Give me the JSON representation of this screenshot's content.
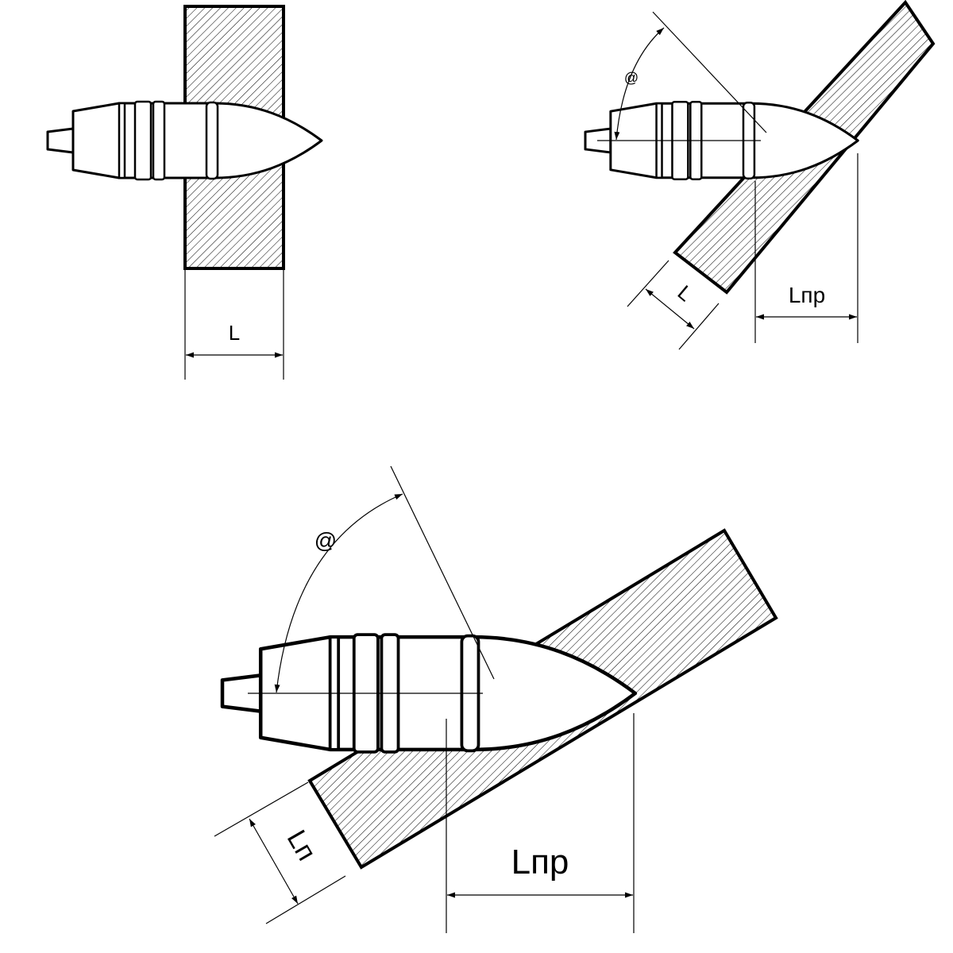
{
  "figures": [
    {
      "name": "normal-impact",
      "labels": {
        "thickness": "L"
      }
    },
    {
      "name": "oblique-impact",
      "labels": {
        "angle": "@",
        "thickness": "L",
        "reduced_thickness": "Lпр"
      }
    },
    {
      "name": "oblique-impact-enlarged",
      "labels": {
        "angle": "@",
        "thickness": "Lп",
        "reduced_thickness": "Lпр"
      }
    }
  ]
}
